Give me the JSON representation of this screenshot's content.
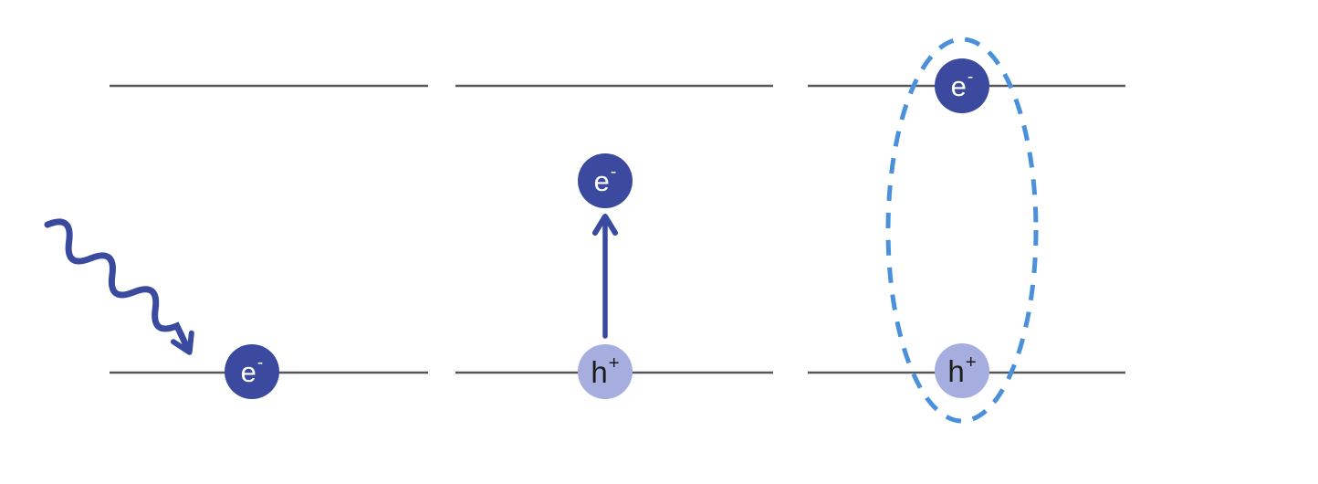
{
  "colors": {
    "electron_fill": "#3b4a9e",
    "hole_fill": "#a5aede",
    "electron_label": "#ffffff",
    "hole_label": "#1b1b1b",
    "energy_level_line": "#57585a",
    "photon_arrow": "#3a4a9f",
    "excitation_arrow": "#3a4a9f",
    "exciton_outline": "#4a90da"
  },
  "diagram": {
    "panel1": {
      "electron": {
        "base": "e",
        "sup": "-"
      }
    },
    "panel2": {
      "electron": {
        "base": "e",
        "sup": "-"
      },
      "hole": {
        "base": "h",
        "sup": "+"
      }
    },
    "panel3": {
      "electron": {
        "base": "e",
        "sup": "-"
      },
      "hole": {
        "base": "h",
        "sup": "+"
      }
    }
  }
}
